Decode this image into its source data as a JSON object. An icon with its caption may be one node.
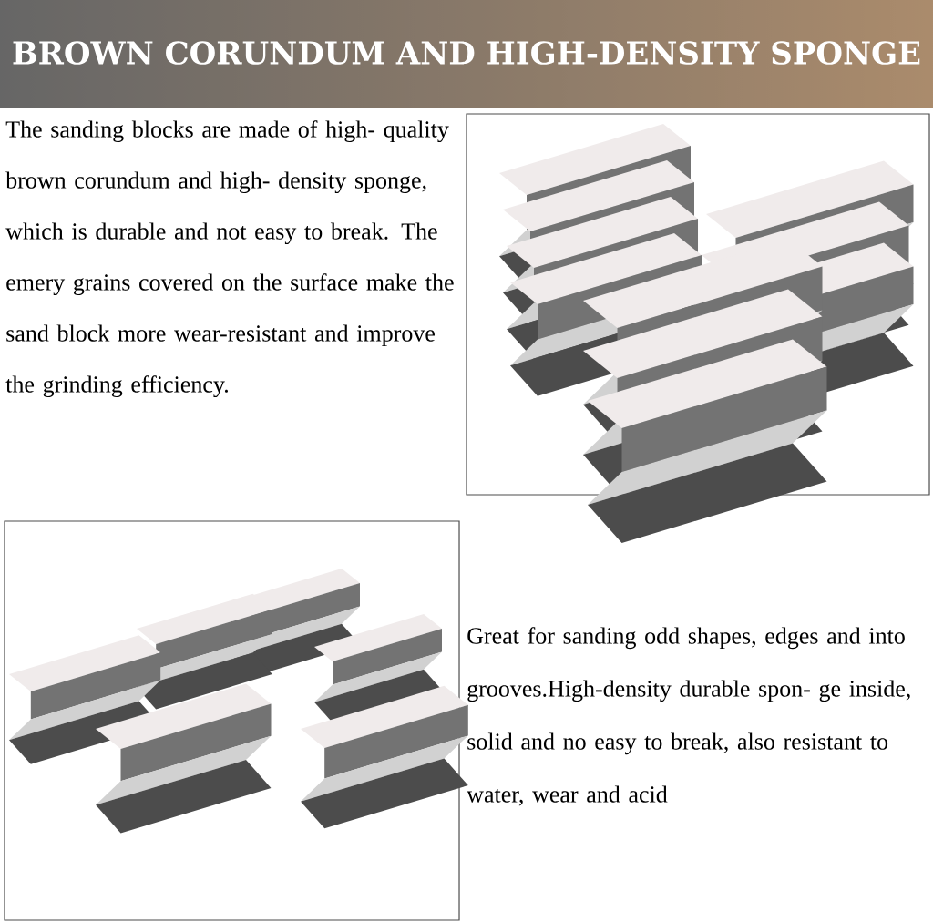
{
  "diagram": {
    "title": "BROWN CORUNDUM AND HIGH-DENSITY SPONGE",
    "labels": [
      "The sanding blocks are made of high- quality brown corundum and high- density sponge, which is durable and not easy to break. The emery grains covered on the surface make the sand block more wear-resistant and improve the grinding efficiency.",
      "Great for sanding odd shapes, edges and into grooves.High-density durable spon- ge inside, solid and no easy to break, also resistant to water, wear and acid"
    ]
  }
}
